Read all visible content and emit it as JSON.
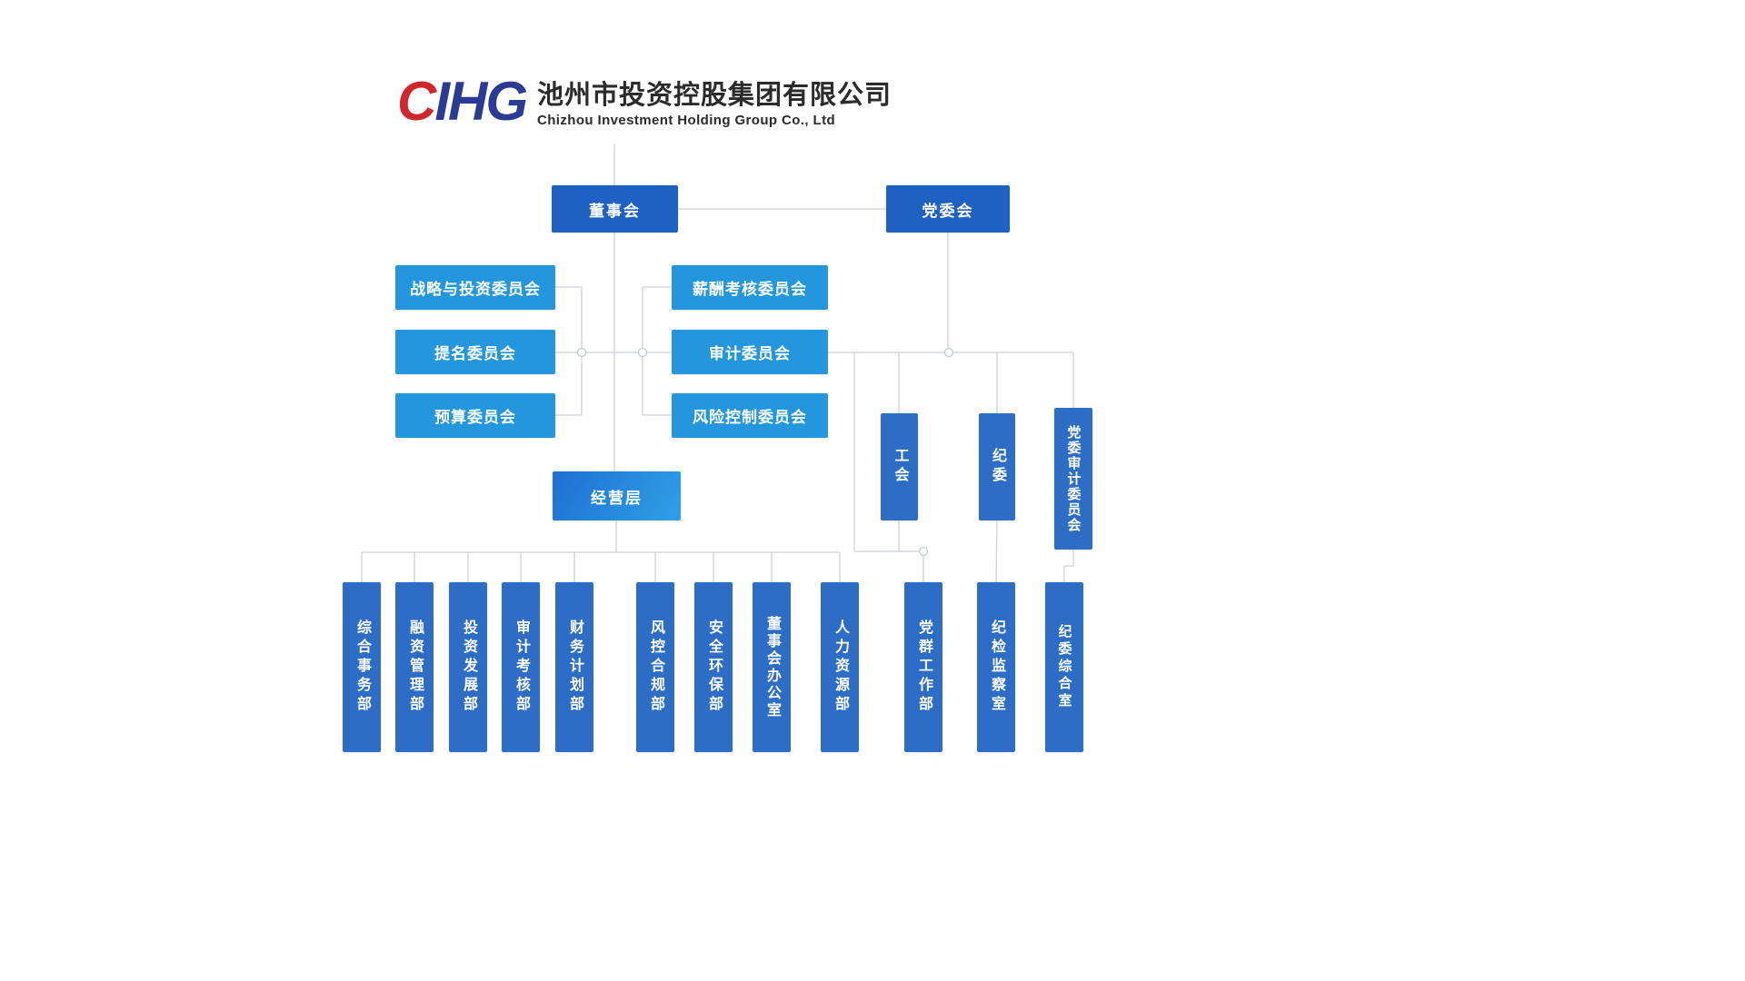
{
  "logo": {
    "mark_red": "C",
    "mark_blue": "IHG",
    "company_cn": "池州市投资控股集团有限公司",
    "company_en": "Chizhou Investment Holding Group Co., Ltd"
  },
  "org": {
    "board": "董事会",
    "party_committee": "党委会",
    "board_committees_left": [
      "战略与投资委员会",
      "提名委员会",
      "预算委员会"
    ],
    "board_committees_right": [
      "薪酬考核委员会",
      "审计委员会",
      "风险控制委员会"
    ],
    "management": "经营层",
    "management_departments": [
      "综合事务部",
      "融资管理部",
      "投资发展部",
      "审计考核部",
      "财务计划部",
      "风控合规部",
      "安全环保部",
      "董事会办公室",
      "人力资源部"
    ],
    "party_organs": [
      "工会",
      "纪委",
      "党委审计委员会"
    ],
    "party_departments": [
      "党群工作部",
      "纪检监察室",
      "纪委综合室"
    ]
  },
  "colors": {
    "primary_dark_blue": "#1e61c3",
    "committee_blue": "#2496de",
    "department_blue": "#2e6dc6",
    "logo_red": "#d0262e",
    "logo_navy": "#2b3a92",
    "connector_gray": "#ccd2da"
  }
}
